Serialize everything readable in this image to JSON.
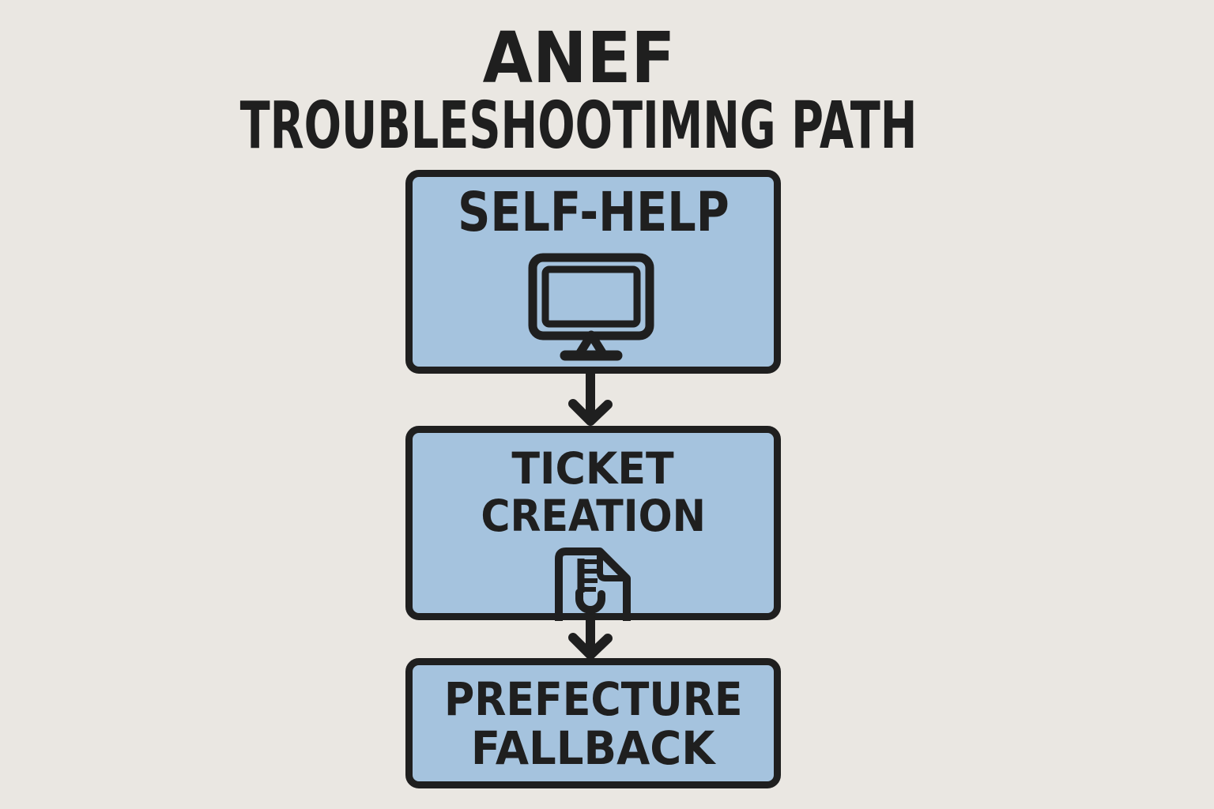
{
  "colors": {
    "bg": "#eae7e2",
    "box-fill": "#a5c3de",
    "ink": "#1f1f1f"
  },
  "title": {
    "line1": "ANEF",
    "line2": "TROUBLESHOOTIMNG PATH"
  },
  "flow": {
    "steps": [
      {
        "id": "self-help",
        "lines": [
          "SELF-HELP"
        ],
        "icon": "monitor-icon"
      },
      {
        "id": "ticket-creation",
        "lines": [
          "TICKET",
          "CREATION"
        ],
        "icon": "document-icon"
      },
      {
        "id": "prefecture-fallback",
        "lines": [
          "PREFECTURE",
          "FALLBACK"
        ],
        "icon": ""
      }
    ],
    "connectors": [
      {
        "type": "down-arrow"
      },
      {
        "type": "down-arrow"
      }
    ]
  }
}
